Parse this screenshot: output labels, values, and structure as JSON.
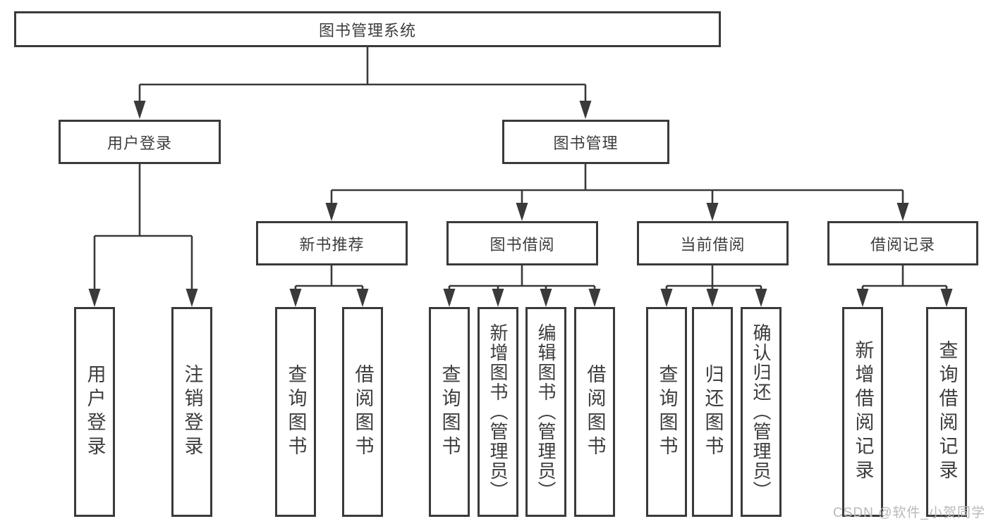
{
  "watermark": "CSDN @软件_小贺同学",
  "tree": {
    "root": {
      "label": "图书管理系统"
    },
    "level2": [
      {
        "label": "用户登录"
      },
      {
        "label": "图书管理"
      }
    ],
    "level3": [
      {
        "label": "新书推荐",
        "parent": "图书管理"
      },
      {
        "label": "图书借阅",
        "parent": "图书管理"
      },
      {
        "label": "当前借阅",
        "parent": "图书管理"
      },
      {
        "label": "借阅记录",
        "parent": "图书管理"
      }
    ],
    "leaves": [
      {
        "label": "用户登录",
        "parent": "用户登录"
      },
      {
        "label": "注销登录",
        "parent": "用户登录"
      },
      {
        "label": "查询图书",
        "parent": "新书推荐"
      },
      {
        "label": "借阅图书",
        "parent": "新书推荐"
      },
      {
        "label": "查询图书",
        "parent": "图书借阅"
      },
      {
        "label": "新增图书（管理员）",
        "parent": "图书借阅"
      },
      {
        "label": "编辑图书（管理员）",
        "parent": "图书借阅"
      },
      {
        "label": "借阅图书",
        "parent": "图书借阅"
      },
      {
        "label": "查询图书",
        "parent": "当前借阅"
      },
      {
        "label": "归还图书",
        "parent": "当前借阅"
      },
      {
        "label": "确认归还（管理员）",
        "parent": "当前借阅"
      },
      {
        "label": "新增借阅记录",
        "parent": "借阅记录"
      },
      {
        "label": "查询借阅记录",
        "parent": "借阅记录"
      }
    ],
    "colors": {
      "line": "#3a3a3a",
      "text": "#3d3d3d",
      "watermark": "#b9b9b9",
      "background": "#ffffff"
    }
  }
}
